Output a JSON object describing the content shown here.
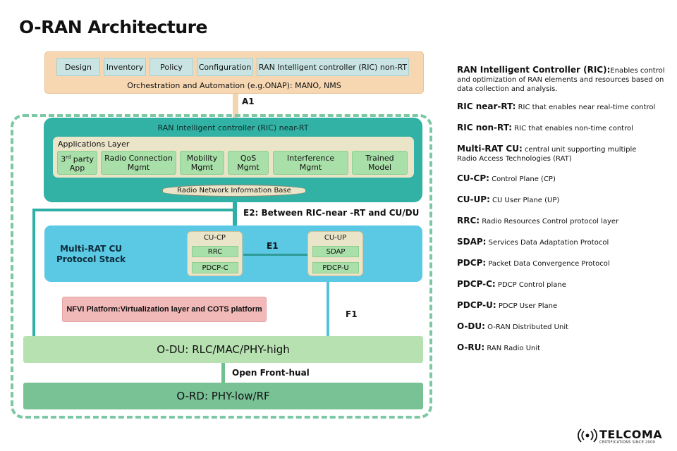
{
  "title": "O-RAN Architecture",
  "orchestration": {
    "items": [
      "Design",
      "Inventory",
      "Policy",
      "Configuration",
      "RAN Intelligent controller (RIC) non-RT"
    ],
    "caption": "Orchestration and Automation (e.g.ONAP): MANO, NMS"
  },
  "interfaces": {
    "a1": "A1",
    "e2": "E2: Between RIC-near -RT and CU/DU",
    "e1": "E1",
    "f1": "F1",
    "fronthaul": "Open Front-hual"
  },
  "near_rt_ric": {
    "title": "RAN Intelligent controller (RIC) near-RT",
    "applications_layer_title": "Applications Layer",
    "apps": [
      {
        "line1": "3",
        "sup": "rd",
        "line1b": " party",
        "line2": "App"
      },
      {
        "line1": "Radio Connection",
        "line2": "Mgmt"
      },
      {
        "line1": "Mobility",
        "line2": "Mgmt"
      },
      {
        "line1": "QoS",
        "line2": "Mgmt"
      },
      {
        "line1": "Interference",
        "line2": "Mgmt"
      },
      {
        "line1": "Trained",
        "line2": "Model"
      }
    ],
    "rnib": "Radio Network Information Base"
  },
  "cu": {
    "title_line1": "Multi-RAT CU",
    "title_line2": "Protocol Stack",
    "cp": {
      "title": "CU-CP",
      "items": [
        "RRC",
        "PDCP-C"
      ]
    },
    "up": {
      "title": "CU-UP",
      "items": [
        "SDAP",
        "PDCP-U"
      ]
    }
  },
  "nfvi": "NFVI Platform:Virtualization layer and COTS platform",
  "odu": "O-DU: RLC/MAC/PHY-high",
  "ord": "O-RD: PHY-low/RF",
  "legend": [
    {
      "term": "RAN Intelligent Controller (RIC):",
      "desc": "Enables control and optimization of RAN elements and resources based on data collection and analysis."
    },
    {
      "term": "RIC near-RT:",
      "desc": " RIC that enables near real-time control"
    },
    {
      "term": "RIC non-RT:",
      "desc": " RIC that enables non-time control"
    },
    {
      "term": "Multi-RAT CU:",
      "desc": " central unit supporting multiple Radio Access Technologies (RAT)"
    },
    {
      "term": "CU-CP:",
      "desc": " Control Plane (CP)"
    },
    {
      "term": "CU-UP:",
      "desc": " CU User Plane (UP)"
    },
    {
      "term": "RRC:",
      "desc": " Radio Resources Control protocol layer"
    },
    {
      "term": "SDAP:",
      "desc": " Services Data Adaptation Protocol"
    },
    {
      "term": "PDCP:",
      "desc": " Packet Data Convergence Protocol"
    },
    {
      "term": "PDCP-C:",
      "desc": " PDCP Control plane"
    },
    {
      "term": "PDCP-U:",
      "desc": " PDCP User Plane"
    },
    {
      "term": "O-DU:",
      "desc": " O-RAN Distributed Unit"
    },
    {
      "term": "O-RU:",
      "desc": " RAN Radio Unit"
    }
  ],
  "logo": {
    "name": "TELCOMA",
    "tagline": "CERTIFICATIONS SINCE 2009"
  },
  "colors": {
    "orchestration": "#f6d7b2",
    "near_rt_ric": "#31b2a5",
    "applications_layer": "#eae4c8",
    "app_pill": "#a9dfa9",
    "cu": "#5bc8e4",
    "nfvi": "#f2b9b9",
    "odu": "#b7e1b1",
    "ord": "#79c296",
    "frame": "#7cc7a4"
  }
}
